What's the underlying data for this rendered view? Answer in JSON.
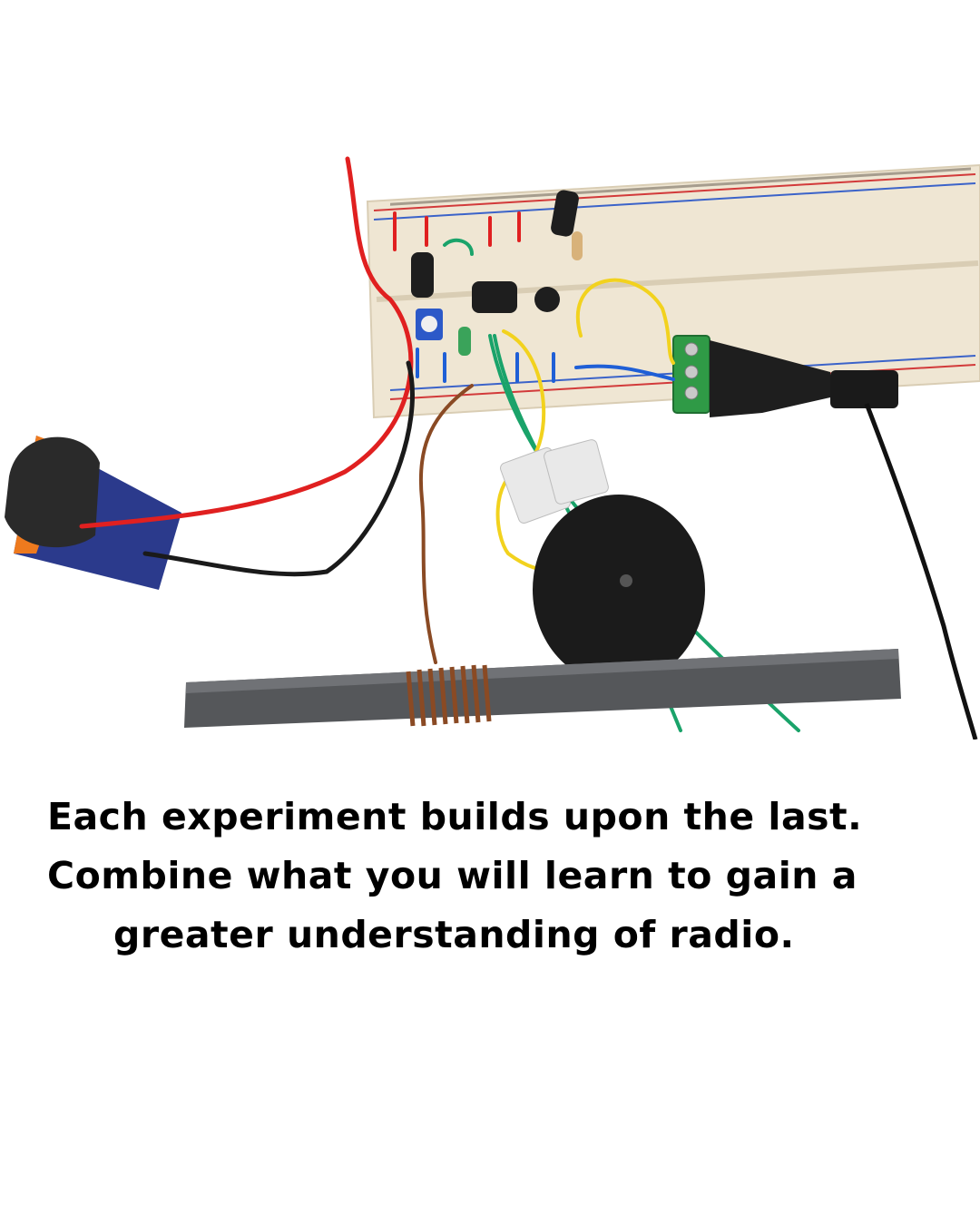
{
  "caption": {
    "line1": "Each experiment builds upon the last.",
    "line2": "Combine what you will learn to gain a",
    "line3": "greater understanding of radio."
  },
  "colors": {
    "background": "#ffffff",
    "text": "#000000",
    "breadboard": "#efe6d3",
    "wire_red": "#e02020",
    "wire_black": "#1a1a1a",
    "wire_green": "#1aa36a",
    "wire_yellow": "#f2d21e",
    "wire_blue": "#1f5fd6",
    "wire_brown": "#8a4a24",
    "ferrite_rod": "#55575a",
    "battery_orange": "#ee7a1e",
    "battery_blue": "#2b3a8c",
    "terminal_green": "#2f9a46"
  },
  "icons": [
    "breadboard",
    "battery-9v",
    "ferrite-rod-antenna",
    "coil",
    "variable-capacitor",
    "terminal-block",
    "audio-jack",
    "electrolytic-capacitor",
    "resistor"
  ]
}
